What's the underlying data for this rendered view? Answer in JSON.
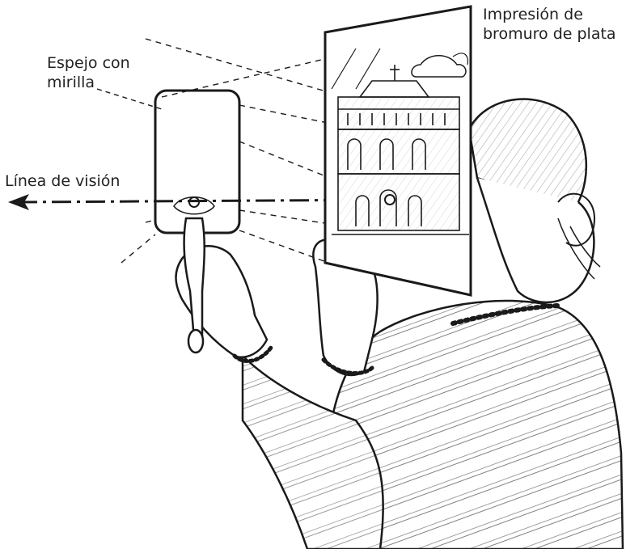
{
  "labels": {
    "mirror_line1": "Espejo con",
    "mirror_line2": "mirilla",
    "print_line1": "Impresión de",
    "print_line2": "bromuro de plata",
    "sight_line": "Línea de visión"
  },
  "colors": {
    "ink": "#1a1a1a",
    "paper": "#ffffff"
  }
}
